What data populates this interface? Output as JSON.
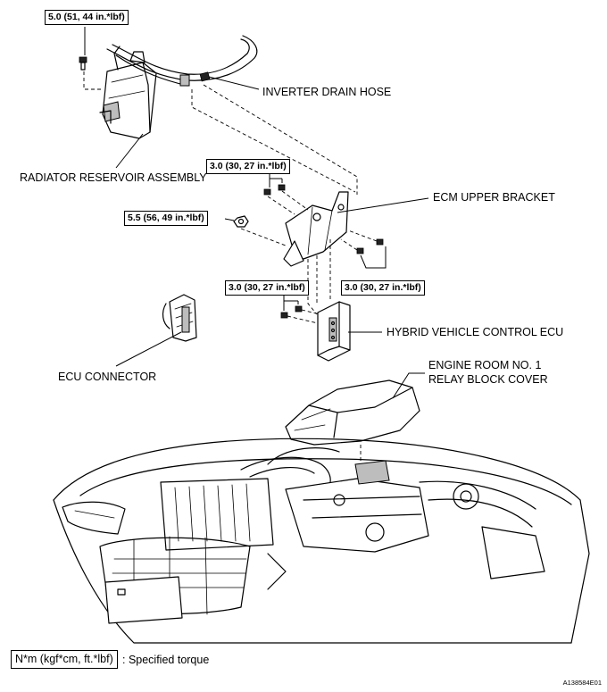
{
  "torque_callouts": {
    "reservoir_bolt": "5.0 (51, 44 in.*lbf)",
    "bracket_upper_bolts": "3.0 (30, 27 in.*lbf)",
    "bracket_nut": "5.5 (56, 49 in.*lbf)",
    "ecu_bolts": "3.0 (30, 27 in.*lbf)",
    "bracket_side_bolts": "3.0 (30, 27 in.*lbf)"
  },
  "labels": {
    "inverter_drain_hose": "INVERTER DRAIN HOSE",
    "radiator_reservoir": "RADIATOR RESERVOIR ASSEMBLY",
    "ecm_upper_bracket": "ECM UPPER BRACKET",
    "hybrid_ecu": "HYBRID VEHICLE CONTROL ECU",
    "ecu_connector": "ECU CONNECTOR",
    "relay_cover_line1": "ENGINE ROOM NO. 1",
    "relay_cover_line2": "RELAY BLOCK COVER"
  },
  "legend": {
    "unit": "N*m (kgf*cm, ft.*lbf)",
    "description": ": Specified torque"
  },
  "figure_id": "A138584E01"
}
